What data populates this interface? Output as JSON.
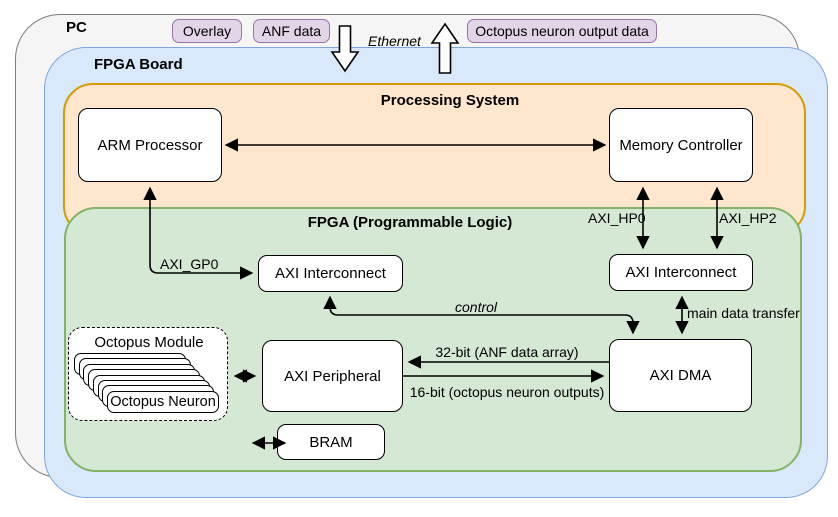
{
  "containers": {
    "pc": {
      "label": "PC"
    },
    "fpga_board": {
      "label": "FPGA Board"
    },
    "processing_system": {
      "label": "Processing System"
    },
    "fpga_pl": {
      "label": "FPGA (Programmable Logic)"
    }
  },
  "top_bar": {
    "chips": [
      {
        "label": "Overlay"
      },
      {
        "label": "ANF data"
      },
      {
        "label": "Octopus neuron output data"
      }
    ],
    "ethernet_label": "Ethernet"
  },
  "nodes": {
    "arm": "ARM Processor",
    "memory": "Memory Controller",
    "interconnect_left": "AXI Interconnect",
    "interconnect_right": "AXI Interconnect",
    "peripheral": "AXI Peripheral",
    "dma": "AXI DMA",
    "bram": "BRAM",
    "octopus_module": "Octopus Module",
    "octopus_neuron": "Octopus Neuron"
  },
  "edge_labels": {
    "axi_gp0": "AXI_GP0",
    "axi_hp0": "AXI_HP0",
    "axi_hp2": "AXI_HP2",
    "control": "control",
    "main_data": "main data transfer",
    "bus32": "32-bit (ANF data array)",
    "bus16": "16-bit (octopus neuron outputs)"
  },
  "colors": {
    "pc_fill": "#f5f5f5",
    "pc_stroke": "#7d7d7d",
    "board_fill": "#dae8fc",
    "board_stroke": "#7ea6e0",
    "ps_fill": "#ffe6cc",
    "ps_stroke": "#d79b00",
    "pl_fill": "#d5e8d4",
    "pl_stroke": "#82b366",
    "chip_fill": "#e1d5e7",
    "chip_stroke": "#9673a6",
    "node_fill": "#ffffff",
    "node_stroke": "#000000"
  }
}
